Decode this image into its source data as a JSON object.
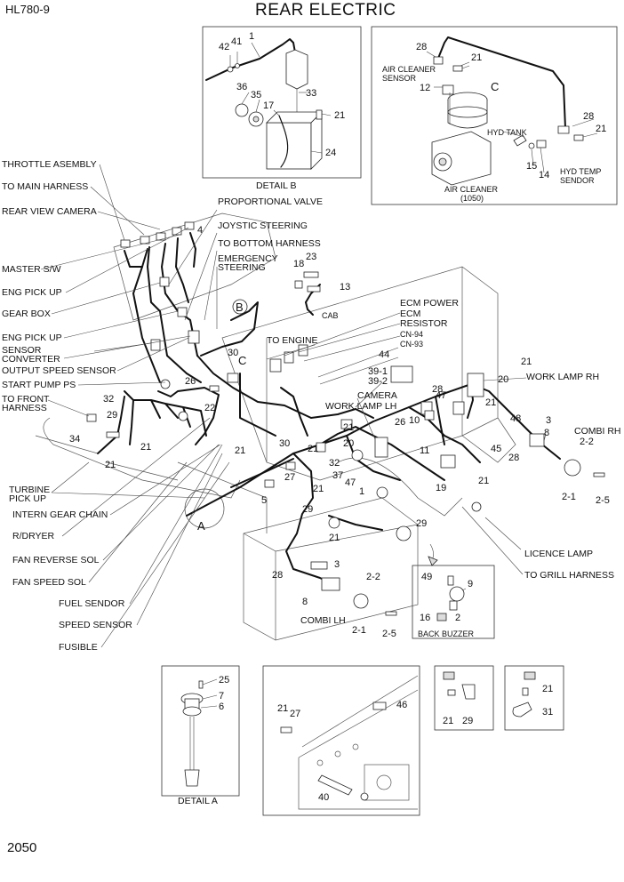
{
  "header": {
    "model": "HL780-9",
    "title": "REAR ELECTRIC"
  },
  "footer": {
    "page_number": "2050"
  },
  "left_labels": [
    "THROTTLE ASEMBLY",
    "TO MAIN HARNESS",
    "REAR VIEW CAMERA",
    "MASTER S/W",
    "ENG PICK UP",
    "GEAR BOX",
    "ENG PICK UP",
    "SENSOR",
    "CONVERTER",
    "OUTPUT SPEED SENSOR",
    "START PUMP PS",
    "TO FRONT",
    "HARNESS",
    "TURBINE",
    "PICK UP",
    "INTERN GEAR CHAIN",
    "R/DRYER",
    "FAN REVERSE SOL",
    "FAN SPEED SOL",
    "FUEL SENDOR",
    "SPEED SENSOR",
    "FUSIBLE"
  ],
  "top_labels": [
    "PROPORTIONAL VALVE",
    "JOYSTIC STEERING",
    "TO BOTTOM HARNESS",
    "EMERGENCY",
    "STEERING",
    "CAB",
    "TO ENGINE",
    "ECM POWER",
    "ECM",
    "RESISTOR",
    "CN-94",
    "CN-93",
    "WORK LAMP RH",
    "CAMERA",
    "WORK LAMP LH",
    "COMBI RH",
    "LICENCE LAMP",
    "TO GRILL HARNESS",
    "COMBI LH"
  ],
  "detail_labels": {
    "detail_b": "DETAIL B",
    "air_cleaner_sensor_1": "AIR CLEANER",
    "air_cleaner_sensor_2": "SENSOR",
    "hyd_tank": "HYD TANK",
    "hyd_temp_1": "HYD TEMP",
    "hyd_temp_2": "SENDOR",
    "air_cleaner_1": "AIR CLEANER",
    "air_cleaner_2": "(1050)",
    "back_buzzer": "BACK BUZZER",
    "detail_a": "DETAIL A"
  },
  "letters": [
    "A",
    "B",
    "C"
  ],
  "callouts": [
    "42",
    "41",
    "1",
    "36",
    "35",
    "17",
    "33",
    "21",
    "24",
    "28",
    "21",
    "12",
    "28",
    "21",
    "15",
    "14",
    "4",
    "18",
    "23",
    "13",
    "30",
    "26",
    "22",
    "32",
    "29",
    "34",
    "21",
    "21",
    "44",
    "39-1",
    "39-2",
    "47",
    "21",
    "20",
    "26",
    "10",
    "21",
    "20",
    "28",
    "21",
    "48",
    "3",
    "8",
    "2-2",
    "11",
    "45",
    "28",
    "19",
    "21",
    "2-1",
    "2-5",
    "30",
    "21",
    "32",
    "37",
    "47",
    "27",
    "21",
    "5",
    "21",
    "1",
    "29",
    "21",
    "29",
    "3",
    "28",
    "2-2",
    "8",
    "2-1",
    "2-5",
    "49",
    "9",
    "16",
    "2",
    "25",
    "7",
    "6",
    "46",
    "21",
    "27",
    "40",
    "21",
    "29",
    "21",
    "31"
  ],
  "colors": {
    "line": "#111111",
    "background": "#ffffff"
  }
}
